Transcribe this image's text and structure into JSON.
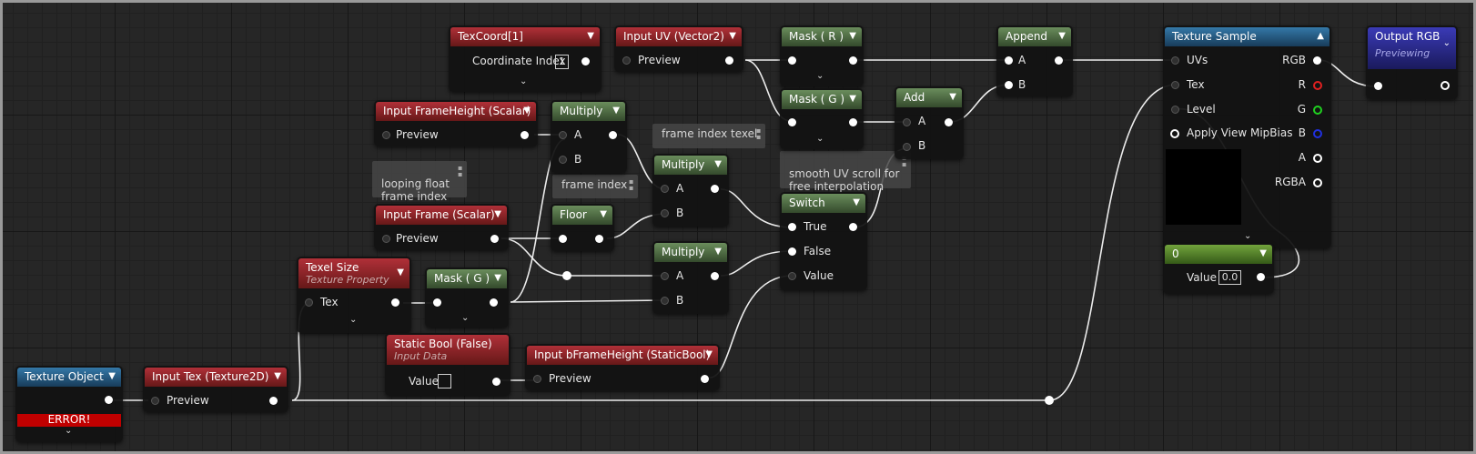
{
  "nodes": {
    "texcoord": {
      "title": "TexCoord[1]",
      "pin_label": "Coordinate Index",
      "value": "1"
    },
    "input_uv": {
      "title": "Input UV (Vector2)",
      "pin": "Preview"
    },
    "mask_r": {
      "title": "Mask ( R )"
    },
    "mask_g_top": {
      "title": "Mask ( G )"
    },
    "append": {
      "title": "Append",
      "pin_a": "A",
      "pin_b": "B"
    },
    "add": {
      "title": "Add",
      "pin_a": "A",
      "pin_b": "B"
    },
    "texture_sample": {
      "title": "Texture Sample",
      "inputs": [
        "UVs",
        "Tex",
        "Level",
        "Apply View MipBias"
      ],
      "outputs": [
        "RGB",
        "R",
        "G",
        "B",
        "A",
        "RGBA"
      ]
    },
    "output_rgb": {
      "title": "Output RGB",
      "subtitle": "Previewing"
    },
    "input_frameheight": {
      "title": "Input FrameHeight (Scalar)",
      "pin": "Preview"
    },
    "multiply1": {
      "title": "Multiply",
      "pin_a": "A",
      "pin_b": "B"
    },
    "multiply2": {
      "title": "Multiply",
      "pin_a": "A",
      "pin_b": "B"
    },
    "multiply3": {
      "title": "Multiply",
      "pin_a": "A",
      "pin_b": "B"
    },
    "input_frame": {
      "title": "Input Frame (Scalar)",
      "pin": "Preview"
    },
    "floor": {
      "title": "Floor"
    },
    "switch": {
      "title": "Switch",
      "pins": [
        "True",
        "False",
        "Value"
      ]
    },
    "texel_size": {
      "title": "Texel Size",
      "subtitle": "Texture Property",
      "pin": "Tex"
    },
    "mask_g_bottom": {
      "title": "Mask ( G )"
    },
    "static_bool": {
      "title": "Static Bool (False)",
      "subtitle": "Input Data",
      "pin": "Value"
    },
    "input_bframeheight": {
      "title": "Input bFrameHeight (StaticBool)",
      "pin": "Preview"
    },
    "texture_object": {
      "title": "Texture Object",
      "error": "ERROR!"
    },
    "input_tex": {
      "title": "Input Tex (Texture2D)",
      "pin": "Preview"
    },
    "constant": {
      "title": "0",
      "pin": "Value",
      "value": "0.0"
    }
  },
  "comments": {
    "frame_index_texel": "frame index texel",
    "looping_float": "looping float\nframe index",
    "frame_index": "frame index",
    "smooth_uv": "smooth UV scroll for\nfree interpolation"
  },
  "icons": {
    "collapse": "chevron-down-icon",
    "expand": "chevron-up-icon",
    "comment": "comment-bubble-icon"
  },
  "colors": {
    "param_header": "#a0282f",
    "math_header": "#5e7f50",
    "texture_header": "#2a6b99",
    "output_header": "#2a2aa0",
    "wire": "#ffffff",
    "background": "#262626"
  }
}
